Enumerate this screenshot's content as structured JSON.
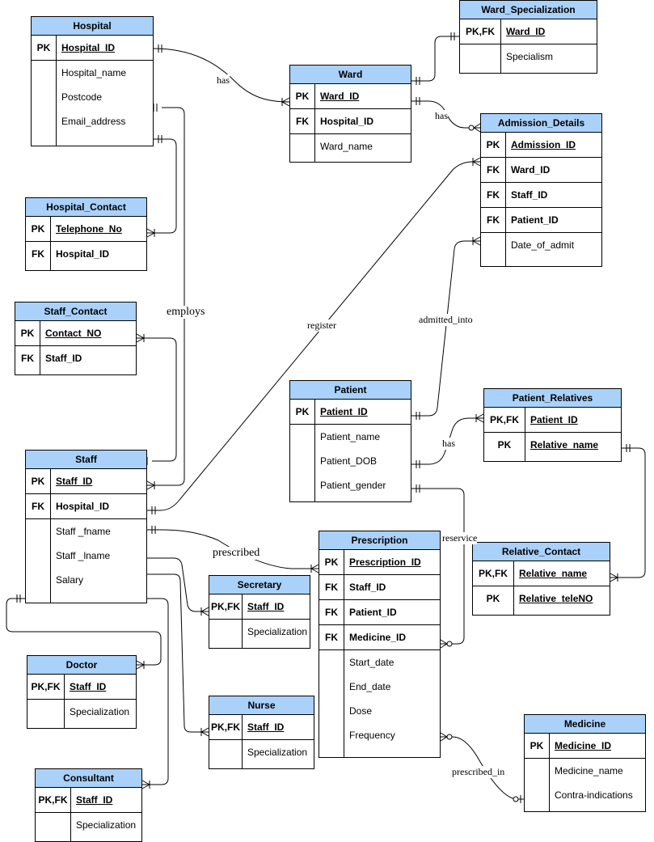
{
  "entities": {
    "hospital": {
      "title": "Hospital",
      "rows": [
        {
          "key": "PK",
          "name": "Hospital_ID",
          "style": "pk"
        },
        {
          "key": "",
          "name": "Hospital_name",
          "style": "plain"
        },
        {
          "key": "",
          "name": "Postcode",
          "style": "plain"
        },
        {
          "key": "",
          "name": "Email_address",
          "style": "plain"
        }
      ]
    },
    "ward_specialization": {
      "title": "Ward_Specialization",
      "rows": [
        {
          "key": "PK,FK",
          "name": "Ward_ID",
          "style": "pk"
        },
        {
          "key": "",
          "name": "Specialism",
          "style": "plain"
        }
      ]
    },
    "ward": {
      "title": "Ward",
      "rows": [
        {
          "key": "PK",
          "name": "Ward_ID",
          "style": "pk"
        },
        {
          "key": "FK",
          "name": "Hospital_ID",
          "style": "fk"
        },
        {
          "key": "",
          "name": "Ward_name",
          "style": "plain"
        }
      ]
    },
    "admission_details": {
      "title": "Admission_Details",
      "rows": [
        {
          "key": "PK",
          "name": "Admission_ID",
          "style": "pk"
        },
        {
          "key": "FK",
          "name": "Ward_ID",
          "style": "fk"
        },
        {
          "key": "FK",
          "name": "Staff_ID",
          "style": "fk"
        },
        {
          "key": "FK",
          "name": "Patient_ID",
          "style": "fk"
        },
        {
          "key": "",
          "name": "Date_of_admit",
          "style": "plain"
        }
      ]
    },
    "hospital_contact": {
      "title": "Hospital_Contact",
      "rows": [
        {
          "key": "PK",
          "name": "Telephone_No",
          "style": "pk"
        },
        {
          "key": "FK",
          "name": "Hospital_ID",
          "style": "fk"
        }
      ]
    },
    "staff_contact": {
      "title": "Staff_Contact",
      "rows": [
        {
          "key": "PK",
          "name": "Contact_NO",
          "style": "pk"
        },
        {
          "key": "FK",
          "name": "Staff_ID",
          "style": "fk"
        }
      ]
    },
    "patient": {
      "title": "Patient",
      "rows": [
        {
          "key": "PK",
          "name": "Patient_ID",
          "style": "pk"
        },
        {
          "key": "",
          "name": "Patient_name",
          "style": "plain"
        },
        {
          "key": "",
          "name": "Patient_DOB",
          "style": "plain"
        },
        {
          "key": "",
          "name": "Patient_gender",
          "style": "plain"
        }
      ]
    },
    "patient_relatives": {
      "title": "Patient_Relatives",
      "rows": [
        {
          "key": "PK,FK",
          "name": "Patient_ID",
          "style": "pk"
        },
        {
          "key": "PK",
          "name": "Relative_name",
          "style": "pk"
        }
      ]
    },
    "staff": {
      "title": "Staff",
      "rows": [
        {
          "key": "PK",
          "name": "Staff_ID",
          "style": "pk"
        },
        {
          "key": "FK",
          "name": "Hospital_ID",
          "style": "fk"
        },
        {
          "key": "",
          "name": "Staff _fname",
          "style": "plain"
        },
        {
          "key": "",
          "name": "Staff _lname",
          "style": "plain"
        },
        {
          "key": "",
          "name": "Salary",
          "style": "plain"
        }
      ]
    },
    "prescription": {
      "title": "Prescription",
      "rows": [
        {
          "key": "PK",
          "name": "Prescription_ID",
          "style": "pk"
        },
        {
          "key": "FK",
          "name": "Staff_ID",
          "style": "fk"
        },
        {
          "key": "FK",
          "name": "Patient_ID",
          "style": "fk"
        },
        {
          "key": "FK",
          "name": "Medicine_ID",
          "style": "fk"
        },
        {
          "key": "",
          "name": "Start_date",
          "style": "plain"
        },
        {
          "key": "",
          "name": "End_date",
          "style": "plain"
        },
        {
          "key": "",
          "name": "Dose",
          "style": "plain"
        },
        {
          "key": "",
          "name": "Frequency",
          "style": "plain"
        }
      ]
    },
    "relative_contact": {
      "title": "Relative_Contact",
      "rows": [
        {
          "key": "PK,FK",
          "name": "Relative_name",
          "style": "pk"
        },
        {
          "key": "PK",
          "name": "Relative_teleNO",
          "style": "pk"
        }
      ]
    },
    "secretary": {
      "title": "Secretary",
      "rows": [
        {
          "key": "PK,FK",
          "name": "Staff_ID",
          "style": "pk"
        },
        {
          "key": "",
          "name": "Specialization",
          "style": "plain"
        }
      ]
    },
    "doctor": {
      "title": "Doctor",
      "rows": [
        {
          "key": "PK,FK",
          "name": "Staff_ID",
          "style": "pk"
        },
        {
          "key": "",
          "name": "Specialization",
          "style": "plain"
        }
      ]
    },
    "nurse": {
      "title": "Nurse",
      "rows": [
        {
          "key": "PK,FK",
          "name": "Staff_ID",
          "style": "pk"
        },
        {
          "key": "",
          "name": "Specialization",
          "style": "plain"
        }
      ]
    },
    "consultant": {
      "title": "Consultant",
      "rows": [
        {
          "key": "PK,FK",
          "name": "Staff_ID",
          "style": "pk"
        },
        {
          "key": "",
          "name": "Specialization",
          "style": "plain"
        }
      ]
    },
    "medicine": {
      "title": "Medicine",
      "rows": [
        {
          "key": "PK",
          "name": "Medicine_ID",
          "style": "pk"
        },
        {
          "key": "",
          "name": "Medicine_name",
          "style": "plain"
        },
        {
          "key": "",
          "name": "Contra-indications",
          "style": "plain"
        }
      ]
    }
  },
  "relationships": {
    "has_hospital_ward": "has",
    "has_ward_admission": "has",
    "employs": "employs",
    "register": "register",
    "admitted_into": "admitted_into",
    "has_patient_relatives": "has",
    "prescribed": "prescribed",
    "reservice": "reservice",
    "prescribed_in": "prescribed_in"
  }
}
